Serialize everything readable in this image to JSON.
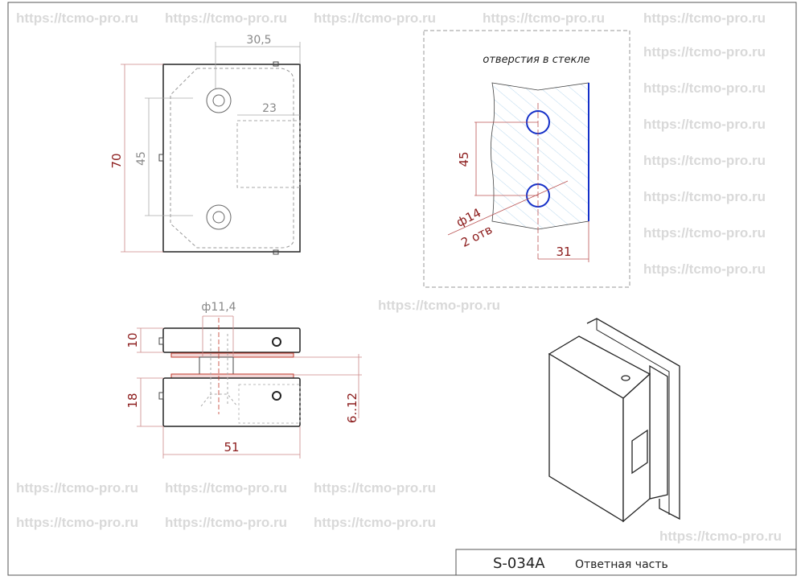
{
  "watermark": "https://tcmo-pro.ru",
  "views": {
    "front": {
      "dim_height": "70",
      "dim_holes": "45",
      "dim_top": "30,5",
      "dim_slot": "23"
    },
    "side": {
      "dim_pin_diameter": "ф11,4",
      "dim_top_block": "10",
      "dim_bottom_block": "18",
      "dim_width": "51",
      "dim_glass_range": "6..12"
    },
    "glass": {
      "title": "отверстия в стекле",
      "dim_holes": "45",
      "dim_diameter": "ф14",
      "dim_count": "2 отв",
      "dim_edge": "31"
    }
  },
  "title_block": {
    "code": "S-034A",
    "name": "Ответная часть"
  },
  "colors": {
    "dimension": "#8b1a1a",
    "glass_edge": "#1530c8",
    "hatch": "#a9cde8",
    "gasket": "#c0392b"
  }
}
